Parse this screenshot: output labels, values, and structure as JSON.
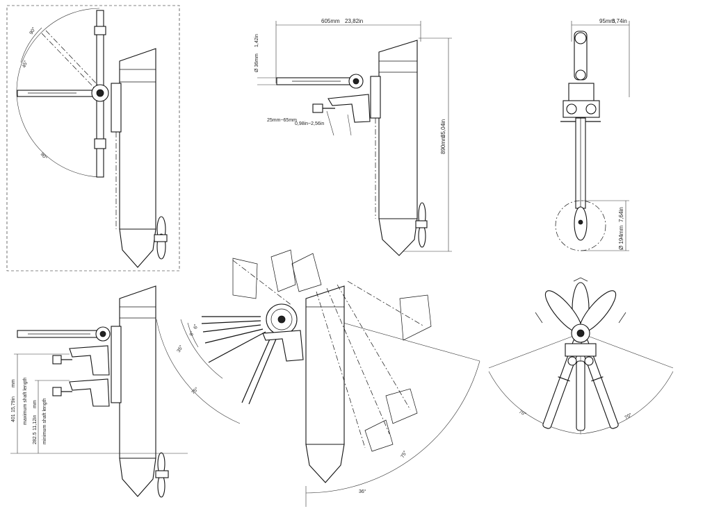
{
  "dimensions": {
    "overall_length": "605mm",
    "overall_length_in": "23,82in",
    "width": "95mm",
    "width_in": "3,74in",
    "tube_diameter": "Ø 36mm",
    "tube_diameter_in": "1,42in",
    "overall_height": "890mm",
    "overall_height_in": "35,04in",
    "clamp_range": "25mm~65mm",
    "clamp_range_in": "0,98in~2,56in",
    "prop_diameter": "Ø 194mm",
    "prop_diameter_in": "7,64in",
    "max_shaft": "401",
    "max_shaft_in": "15,79in",
    "max_shaft_unit": "mm",
    "max_shaft_label": "maximum shaft length",
    "min_shaft": "282.5",
    "min_shaft_in": "11,12in",
    "min_shaft_unit": "mm",
    "min_shaft_label": "minimum shaft length"
  },
  "angles": {
    "top_view_a": "90°",
    "top_view_b": "45°",
    "top_view_c": "90°",
    "tilt_small_1": "6°",
    "tilt_small_2": "8°",
    "tilt_small_3": "35°",
    "tilt_large": "75°",
    "tilt_right": "75°",
    "tilt_bottom": "36°",
    "steer_left": "70°",
    "steer_right": "70°"
  },
  "colors": {
    "line": "#111111",
    "background": "#ffffff"
  }
}
